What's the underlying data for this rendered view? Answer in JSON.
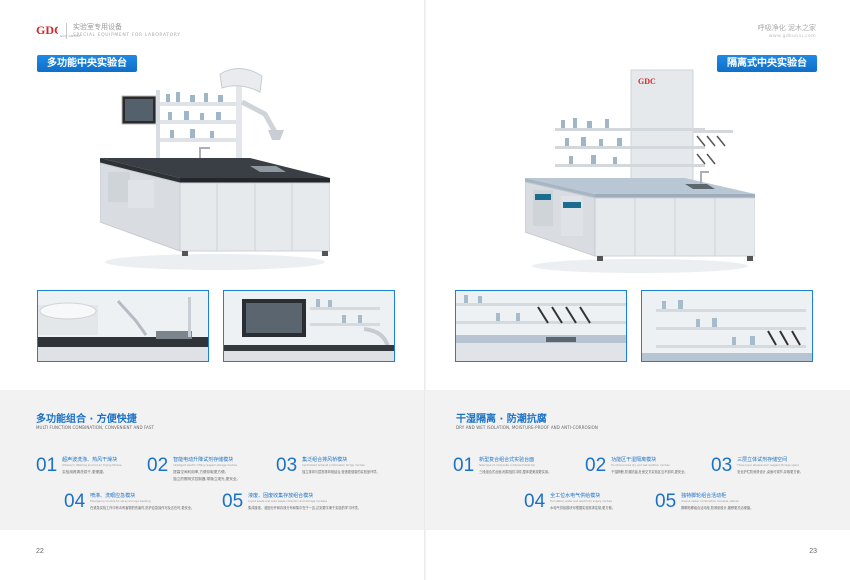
{
  "brand": {
    "logo_text": "GDC",
    "logo_sub": "GDC GROUP",
    "name_cn": "实验室专用设备",
    "name_en": "SPECIAL EQUIPMENT FOR LABORATORY"
  },
  "tagline": {
    "cn": "呼吸净化 泥木之家",
    "web": "www.gdkuniu.com"
  },
  "left": {
    "title": "多功能中央实验台",
    "page_number": "22",
    "section_title": "多功能组合 · 方便快捷",
    "section_sub": "MULTI FUNCTION COMBINATION, CONVENIENT AND FAST",
    "features": [
      {
        "num": "01",
        "title": "超声波洗涤、热风干燥块",
        "en": "Ultrasonic Washing and hot air Drying Module",
        "desc": [
          "实验用具清洗烘干,更便捷。"
        ]
      },
      {
        "num": "02",
        "title": "智能电动升降试剂存储模块",
        "en": "Intelligent electric lifting reagent storage module",
        "desc": [
          "提高空间利用率,方便存取更方便。",
          "独立的照明式控制器,带隐立观光,更安全。"
        ]
      },
      {
        "num": "03",
        "title": "集泛组合排风桥模块",
        "en": "Centralized exhaust combination bridge module",
        "desc": [
          "独立排风与层视排风相结合,营造更健康的实验室环境。"
        ]
      },
      {
        "num": "04",
        "title": "喷淋、洗眼应急模块",
        "en": "Emergency module for spray and eye washing",
        "desc": [
          "在紧急实验工作中有毒有害物的伤害时,防护应急操作可及达在时,更安全。"
        ]
      },
      {
        "num": "05",
        "title": "液废、固废收集存放组合模块",
        "en": "Liquid waste and solid waste collection and storage modules",
        "desc": [
          "集成废液、液固分开和存放分布和集中在于一边,达到更平便于实验的学习环境。"
        ]
      }
    ]
  },
  "right": {
    "title": "隔离式中央实验台",
    "page_number": "23",
    "section_title": "干湿隔离 · 防潮抗腐",
    "section_sub": "DRY AND WET ISOLATION, MOISTURE-PROOF AND ANTI-CORROSION",
    "features": [
      {
        "num": "01",
        "title": "新型复合组合式实验台面",
        "en": "New type of composite combined table top",
        "desc": [
          "三段组合式台面,耐腐蚀抗冲撞,整体更美观更实用。"
        ]
      },
      {
        "num": "02",
        "title": "功能区干湿隔离模块",
        "en": "Functional area dry and wet isolation module",
        "desc": [
          "干湿隔断,防潮抗菌,杜绝交叉实验区互不影响,更安全。"
        ]
      },
      {
        "num": "03",
        "title": "三层立体试剂存储空间",
        "en": "Three layer stereoscopic reagent storage space",
        "desc": [
          "安全护栏防侧滑设计,桌面可调节,存取更方便。"
        ]
      },
      {
        "num": "04",
        "title": "全工位水电气供给模块",
        "en": "Full station water and electricity supply module",
        "desc": [
          "水电气供给模块可根据实验需求定制,更方便。"
        ]
      },
      {
        "num": "05",
        "title": "独特脚轮组合活动柜",
        "en": "Unique caster combination movable cabinet",
        "desc": [
          "脚脚拓移组合活动柜,防倾倒设计,搬移更灵活便捷。"
        ]
      }
    ]
  },
  "colors": {
    "accent": "#1b71c6",
    "pill": "#1f8ae6",
    "band": "#f2f2f2",
    "frame": "#1b7fd6"
  }
}
